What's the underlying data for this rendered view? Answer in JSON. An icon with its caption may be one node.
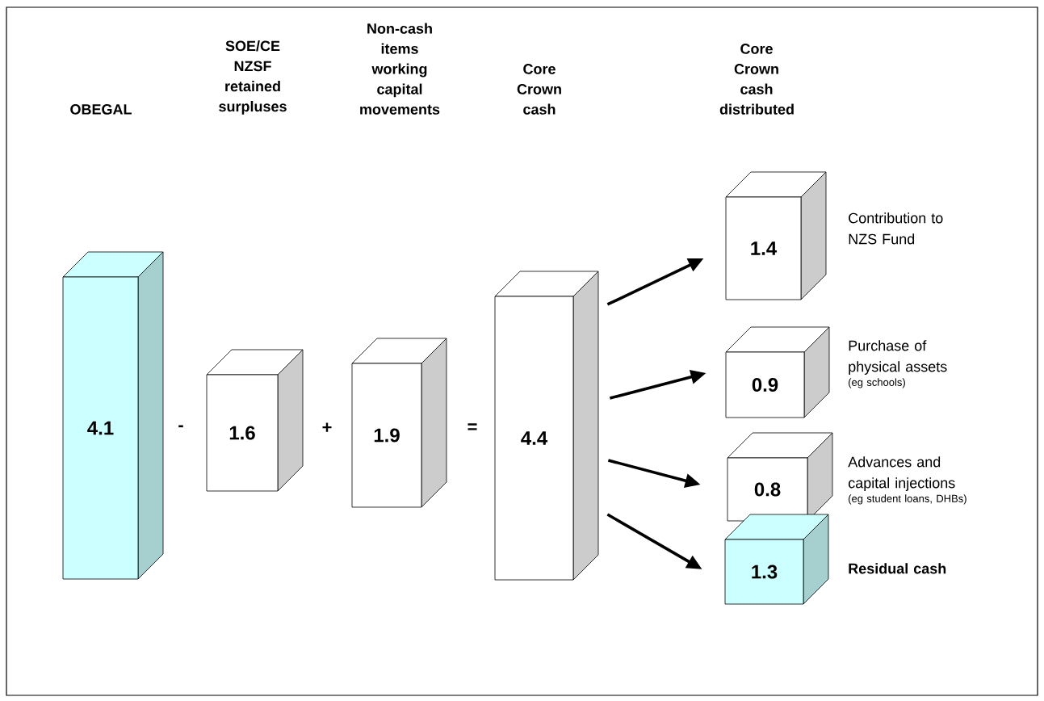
{
  "diagram": {
    "nodes": [
      {
        "text": [
          "4.1"
        ]
      },
      {
        "text": [
          "1.6"
        ]
      },
      {
        "text": [
          "1.9"
        ]
      },
      {
        "text": [
          "4.4"
        ]
      },
      {
        "text": [
          "1.4"
        ],
        "beside": [
          "Contribution to NZS Fund"
        ]
      },
      {
        "text": [
          "0.9"
        ],
        "beside": [
          "Purchase of physical assets",
          "(eg schools)"
        ]
      },
      {
        "text": [
          "0.8"
        ],
        "beside": [
          "Advances and capital injections",
          "(eg student loans, DHBs)"
        ]
      },
      {
        "text": [
          "1.3"
        ],
        "beside": [
          "Residual cash"
        ]
      }
    ],
    "edges": [
      {
        "from": 3,
        "to": 4,
        "arrow": "to"
      },
      {
        "from": 3,
        "to": 5,
        "arrow": "to"
      },
      {
        "from": 3,
        "to": 6,
        "arrow": "to"
      },
      {
        "from": 3,
        "to": 7,
        "arrow": "to"
      }
    ],
    "labels": [
      "OBEGAL",
      "SOE/CE NZSF retained surpluses",
      "Non-cash items working capital movements",
      "Core Crown cash",
      "Core Crown cash distributed",
      "-",
      "+",
      "="
    ]
  }
}
